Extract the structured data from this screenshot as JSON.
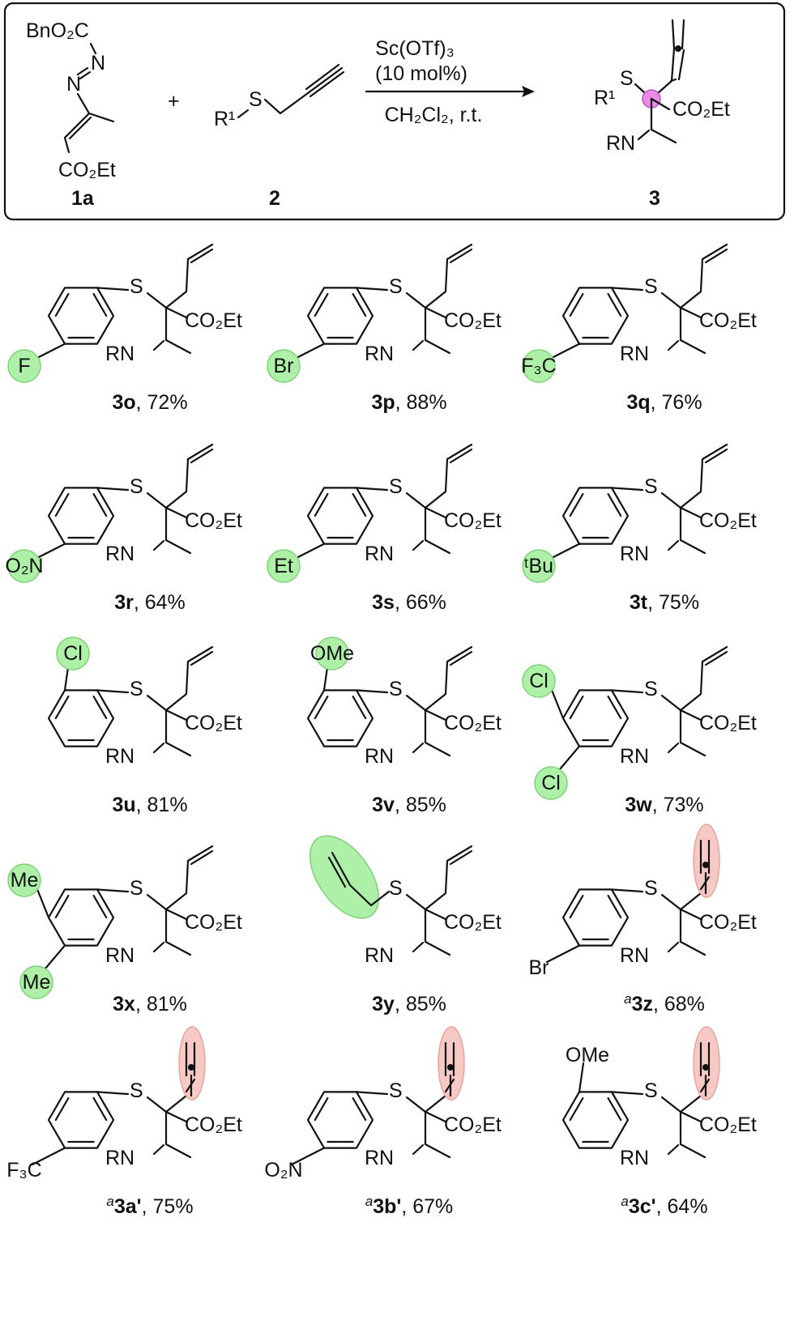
{
  "scheme": {
    "reagent1_label": "1a",
    "reagent2_label": "2",
    "product_label": "3",
    "plus": "+",
    "reagent1_top_group": "BnO₂C",
    "reagent1_n": "N",
    "reagent1_ester": "CO₂Et",
    "reagent2_r_sub": "R¹",
    "reagent2_s": "S",
    "catalyst": "Sc(OTf)₃",
    "loading": "(10 mol%)",
    "conditions": "CH₂Cl₂, r.t.",
    "product_r_sub": "R¹",
    "product_s": "S",
    "product_ester": "CO₂Et",
    "product_imine": "RN"
  },
  "colors": {
    "substituent_highlight": "#aef0a8",
    "allene_highlight": "#f7c9c4",
    "quaternary_center": "#e98ae6"
  },
  "group_labels": {
    "S": "S",
    "ester": "CO₂Et",
    "imine": "RN"
  },
  "compounds": [
    {
      "id": "3o",
      "sub": "F",
      "note": "",
      "yield": ", 72%"
    },
    {
      "id": "3p",
      "sub": "Br",
      "note": "",
      "yield": ", 88%"
    },
    {
      "id": "3q",
      "sub": "F₃C",
      "note": "",
      "yield": ", 76%"
    },
    {
      "id": "3r",
      "sub": "O₂N",
      "note": "",
      "yield": ", 64%"
    },
    {
      "id": "3s",
      "sub": "Et",
      "note": "",
      "yield": ", 66%"
    },
    {
      "id": "3t",
      "sub": "ᵗBu",
      "note": "",
      "yield": ", 75%"
    },
    {
      "id": "3u",
      "sub": "Cl",
      "note": "",
      "yield": ", 81%"
    },
    {
      "id": "3v",
      "sub": "OMe",
      "note": "",
      "yield": ", 85%"
    },
    {
      "id": "3w",
      "sub": "Cl",
      "sub2": "Cl",
      "note": "",
      "yield": ", 73%"
    },
    {
      "id": "3x",
      "sub": "Me",
      "sub2": "Me",
      "note": "",
      "yield": ", 81%"
    },
    {
      "id": "3y",
      "sub": "",
      "note": "",
      "yield": ", 85%"
    },
    {
      "id": "3z",
      "sub": "Br",
      "note": "a",
      "yield": ", 68%"
    },
    {
      "id": "3a'",
      "sub": "F₃C",
      "note": "a",
      "yield": ", 75%"
    },
    {
      "id": "3b'",
      "sub": "O₂N",
      "note": "a",
      "yield": ", 67%"
    },
    {
      "id": "3c'",
      "sub": "OMe",
      "note": "a",
      "yield": ", 64%"
    }
  ]
}
